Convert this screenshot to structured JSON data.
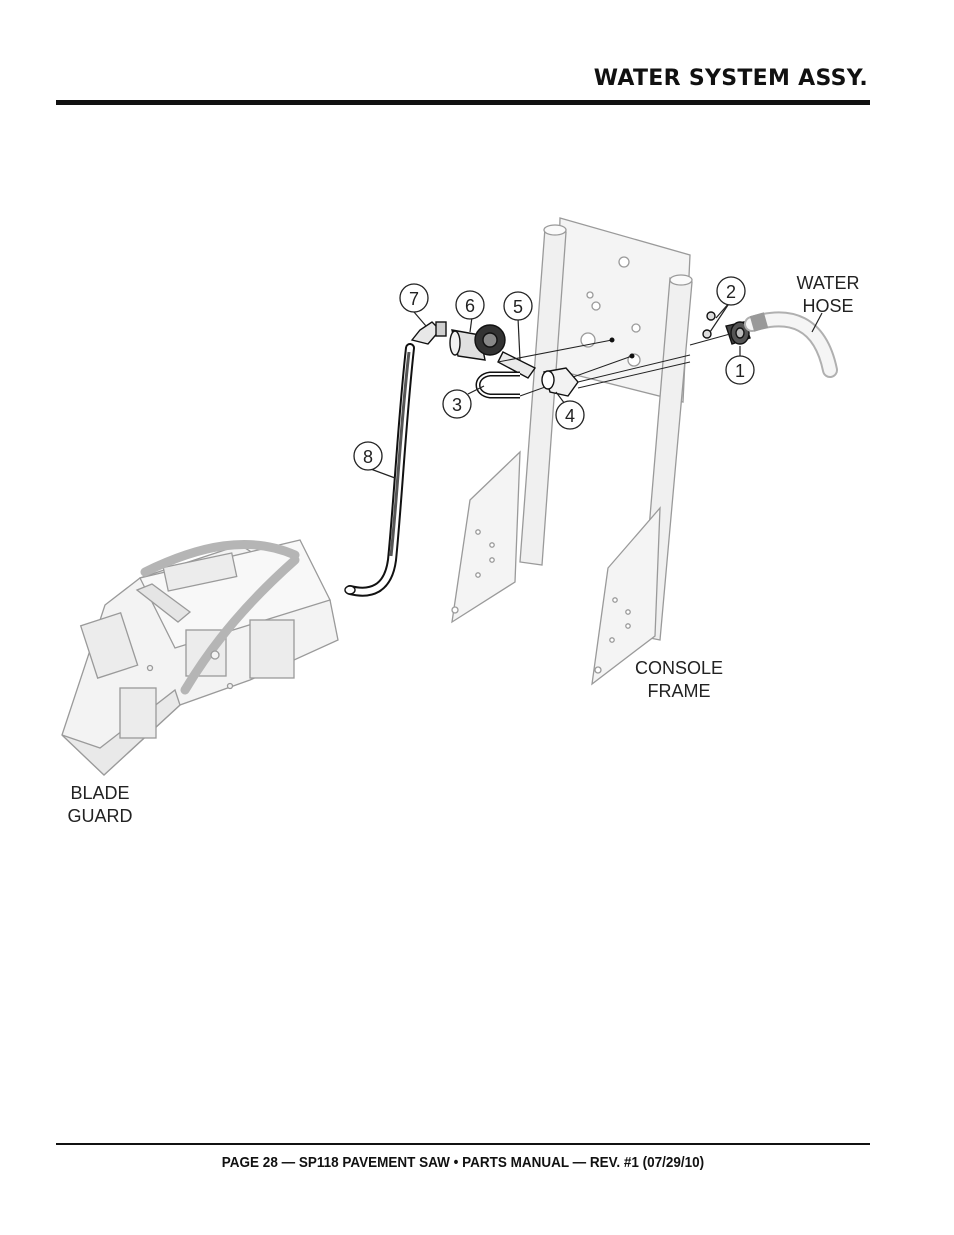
{
  "header": {
    "title": "WATER SYSTEM ASSY."
  },
  "diagram": {
    "callouts": [
      {
        "id": "1",
        "text": "1"
      },
      {
        "id": "2",
        "text": "2"
      },
      {
        "id": "3",
        "text": "3"
      },
      {
        "id": "4",
        "text": "4"
      },
      {
        "id": "5",
        "text": "5"
      },
      {
        "id": "6",
        "text": "6"
      },
      {
        "id": "7",
        "text": "7"
      },
      {
        "id": "8",
        "text": "8"
      }
    ],
    "labels": {
      "water_hose": [
        "WATER",
        "HOSE"
      ],
      "console_frame": [
        "CONSOLE",
        "FRAME"
      ],
      "blade_guard": [
        "BLADE",
        "GUARD"
      ]
    }
  },
  "footer": {
    "text": "PAGE 28 — SP118 PAVEMENT SAW • PARTS MANUAL — REV. #1 (07/29/10)"
  }
}
